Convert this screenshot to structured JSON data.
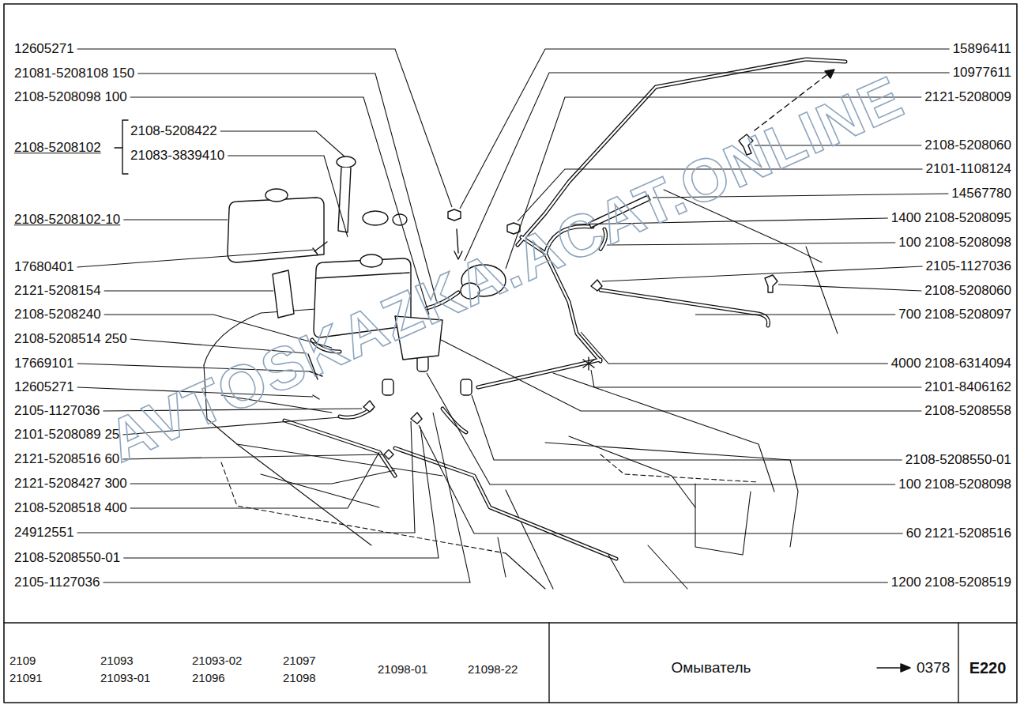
{
  "diagram": {
    "title": "Омыватель",
    "labels": [
      "12605271",
      "21081-5208108 150",
      "2108-5208098 100",
      "2108-5208422",
      "2108-5208102",
      "21083-3839410",
      "2108-5208102-10",
      "17680401",
      "2121-5208154",
      "2108-5208240",
      "2108-5208514 250",
      "17669101",
      "12605271",
      "2105-1127036",
      "2101-5208089 25",
      "2121-5208516 60",
      "2121-5208427 300",
      "2108-5208518 400",
      "24912551",
      "2108-5208550-01",
      "2105-1127036",
      "15896411",
      "10977611",
      "2121-5208009",
      "2108-5208060",
      "2101-1108124",
      "14567780",
      "1400 2108-5208095",
      "100 2108-5208098",
      "2105-1127036",
      "2108-5208060",
      "700 2108-5208097",
      "4000 2108-6314094",
      "2101-8406162",
      "2108-5208558",
      "2108-5208550-01",
      "100 2108-5208098",
      "60 2121-5208516",
      "1200 2108-5208519",
      "2109",
      "21091",
      "21093",
      "21093-01",
      "21093-02",
      "21096",
      "21097",
      "21098",
      "21098-01",
      "21098-22",
      "0378",
      "E220",
      "AVTOSKAZKA.ACAT.ONLINE"
    ]
  }
}
